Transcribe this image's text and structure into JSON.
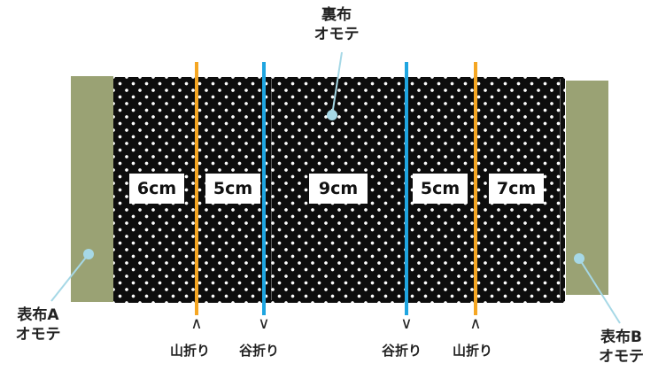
{
  "labels": {
    "lining_top": "裏布",
    "lining_bottom": "オモテ",
    "outer_a_top": "表布A",
    "outer_a_bottom": "オモテ",
    "outer_b_top": "表布B",
    "outer_b_bottom": "オモテ"
  },
  "measurements": [
    "6cm",
    "5cm",
    "9cm",
    "5cm",
    "7cm"
  ],
  "folds": [
    {
      "symbol": "∧",
      "label": "山折り",
      "type": "mountain"
    },
    {
      "symbol": "∨",
      "label": "谷折り",
      "type": "valley"
    },
    {
      "symbol": "∨",
      "label": "谷折り",
      "type": "valley"
    },
    {
      "symbol": "∧",
      "label": "山折り",
      "type": "mountain"
    }
  ],
  "colors": {
    "mountain_fold": "#f5a623",
    "valley_fold": "#1fa5e0",
    "outer_fabric": "#9aa274",
    "lining_fabric": "#0d0d0d",
    "pointer": "#a6d8e6"
  }
}
